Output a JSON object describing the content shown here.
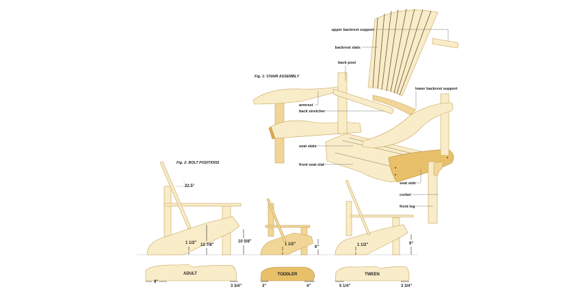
{
  "fig1": {
    "title": "Fig. 1: CHAIR ASSEMBLY",
    "labels": {
      "upper_backrest_support": "upper backrest support",
      "backrest_slats": "backrest slats",
      "back_post": "back post",
      "lower_backrest_support": "lower backrest support",
      "armrest": "armrest",
      "back_stretcher": "back stretcher",
      "seat_slats": "seat slats",
      "front_seat_slat": "front seat slat",
      "seat_side": "seat side",
      "corbel": "corbel",
      "front_leg": "front leg"
    }
  },
  "fig2": {
    "title": "Fig. 2: BOLT POSITIONS",
    "angle": "22.5°",
    "adult": {
      "name": "ADULT",
      "bolt_height": "1 1/2\"",
      "seat_height": "12 7/8\"",
      "front_height": "10 5/8\"",
      "rear_offset": "9\"",
      "front_offset": "3 3/4\""
    },
    "toddler": {
      "name": "TODDLER",
      "bolt_height": "1 1/2\"",
      "front_height": "6\"",
      "rear_offset": "3\"",
      "front_offset": "4\""
    },
    "tween": {
      "name": "TWEEN",
      "bolt_height": "1 1/2\"",
      "front_height": "9\"",
      "rear_offset": "5 1/4\"",
      "front_offset": "3 3/4\""
    }
  },
  "colors": {
    "wood_light": "#f8ecc9",
    "wood_mid": "#f1d697",
    "wood_dark": "#e8c06a",
    "edge": "#dca94a"
  }
}
